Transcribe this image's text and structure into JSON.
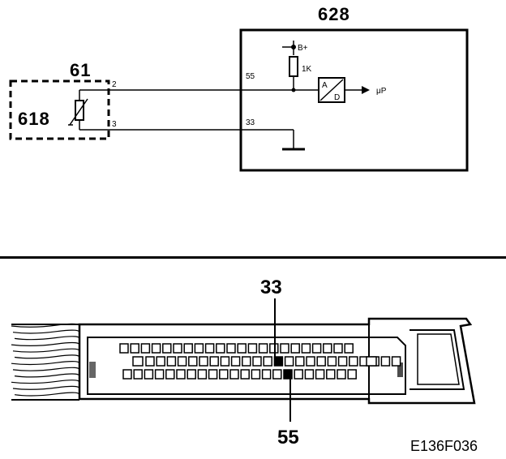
{
  "schematic": {
    "module_628_label": "628",
    "module_61_label": "61",
    "sensor_label": "618",
    "pin_2_label": "2",
    "pin_3_label": "3",
    "pin_55_label": "55",
    "pin_33_label": "33",
    "supply_label": "B+",
    "resistor_label": "1K",
    "converter_top": "A",
    "converter_bottom": "D",
    "output_label": "μP"
  },
  "connector": {
    "callout_top": "33",
    "callout_bottom": "55"
  },
  "figure_code": "E136F036"
}
